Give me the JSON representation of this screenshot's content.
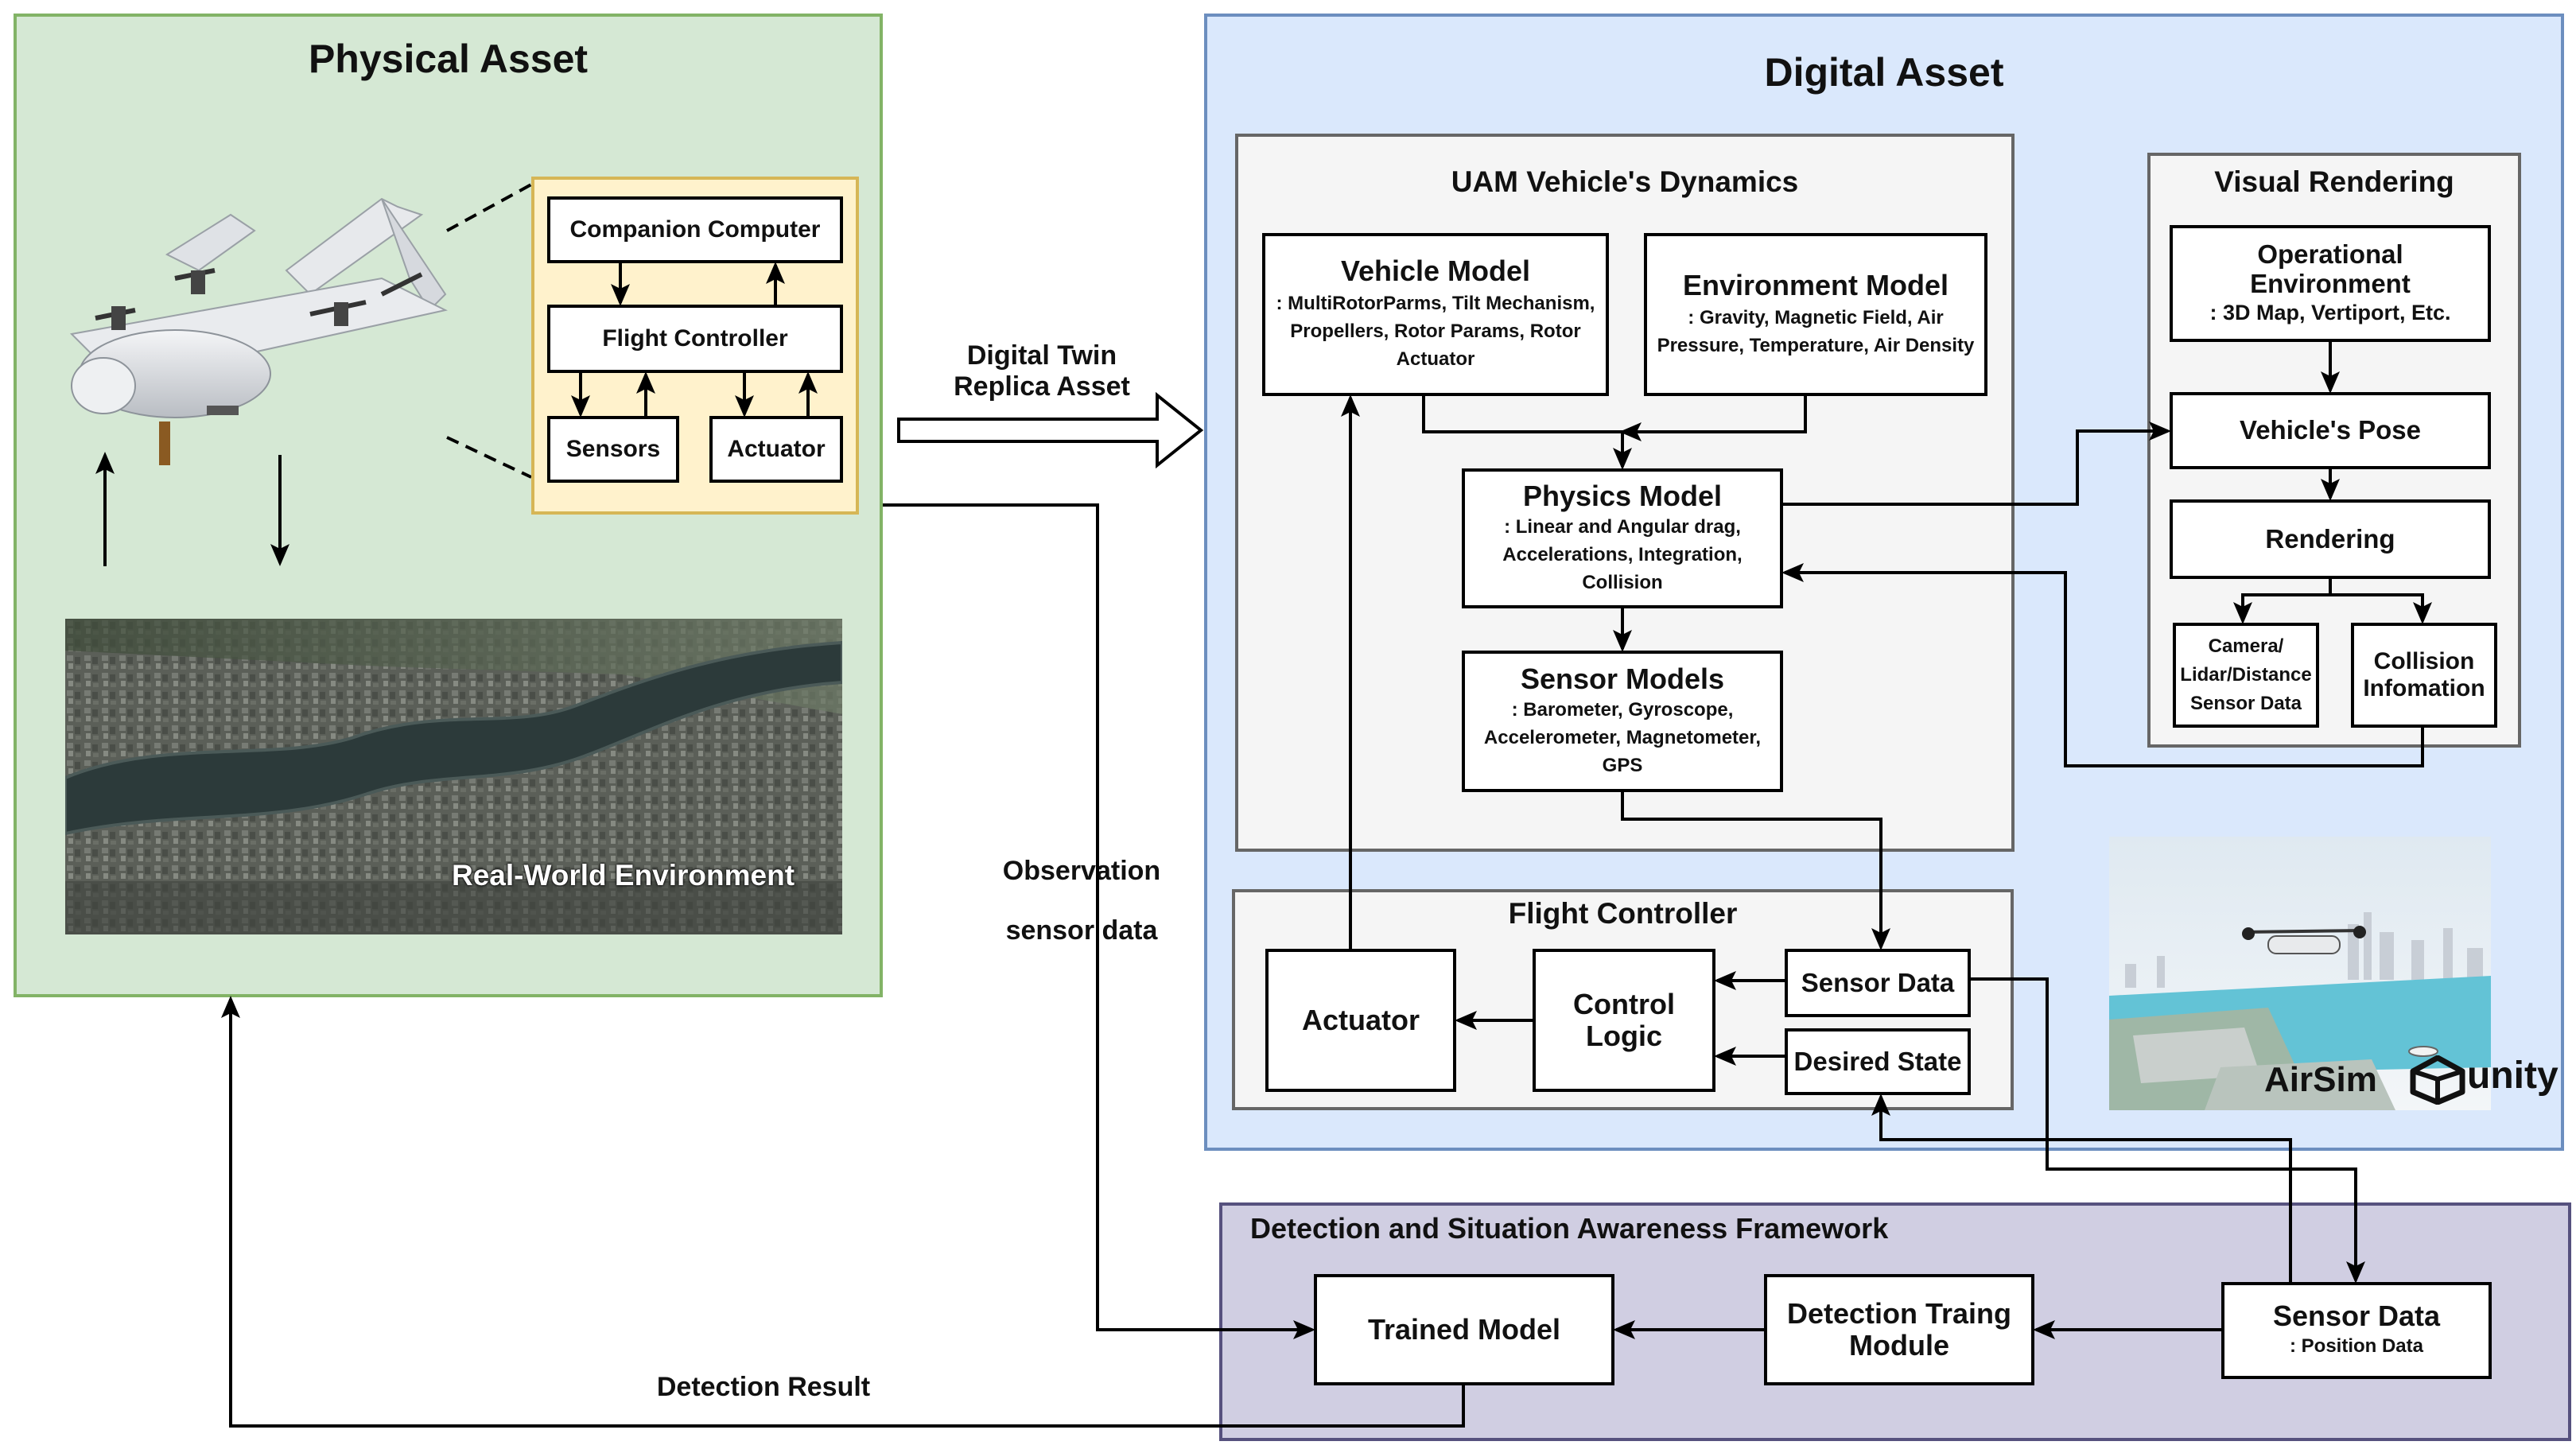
{
  "physical": {
    "title": "Physical Asset",
    "companion_computer": "Companion Computer",
    "flight_controller": "Flight Controller",
    "sensors": "Sensors",
    "actuator": "Actuator",
    "env_label": "Real-World Environment"
  },
  "replica": {
    "line1": "Digital Twin",
    "line2": "Replica Asset"
  },
  "observation": {
    "line1": "Observation",
    "line2": "sensor data"
  },
  "detection_result": "Detection Result",
  "digital": {
    "title": "Digital Asset",
    "dynamics": {
      "title": "UAM Vehicle's Dynamics",
      "vehicle_model": {
        "title": "Vehicle Model",
        "desc": ": MultiRotorParms, Tilt Mechanism, Propellers, Rotor Params, Rotor Actuator"
      },
      "environment_model": {
        "title": "Environment Model",
        "desc": ": Gravity, Magnetic Field, Air Pressure, Temperature, Air Density"
      },
      "physics_model": {
        "title": "Physics Model",
        "desc": ": Linear and Angular drag, Accelerations, Integration, Collision"
      },
      "sensor_models": {
        "title": "Sensor Models",
        "desc": ": Barometer, Gyroscope, Accelerometer, Magnetometer, GPS"
      }
    },
    "visual": {
      "title": "Visual Rendering",
      "operational_env": {
        "title": "Operational Environment",
        "desc": ": 3D Map, Vertiport, Etc."
      },
      "vehicle_pose": "Vehicle's Pose",
      "rendering": "Rendering",
      "camera": "Camera/ Lidar/Distance Sensor Data",
      "collision": "Collision Infomation"
    },
    "flight_controller": {
      "title": "Flight Controller",
      "actuator": "Actuator",
      "control_logic": "Control Logic",
      "sensor_data": "Sensor Data",
      "desired_state": "Desired State"
    },
    "logos": {
      "airsim": "AirSim",
      "unity": "unity"
    }
  },
  "detection": {
    "title": "Detection and Situation Awareness Framework",
    "trained_model": "Trained Model",
    "training_module": "Detection Traing Module",
    "sensor_data": {
      "title": "Sensor Data",
      "desc": ": Position Data"
    }
  },
  "colors": {
    "physical_fill": "#d5e8d4",
    "physical_border": "#82b366",
    "digital_fill": "#dae8fc",
    "digital_border": "#6c8ebf",
    "detect_fill": "#d0cee2",
    "detect_border": "#56517e",
    "group_fill": "#f5f5f5",
    "group_border": "#666666",
    "fc_fill": "#fff2cc",
    "fc_border": "#d6b656"
  }
}
